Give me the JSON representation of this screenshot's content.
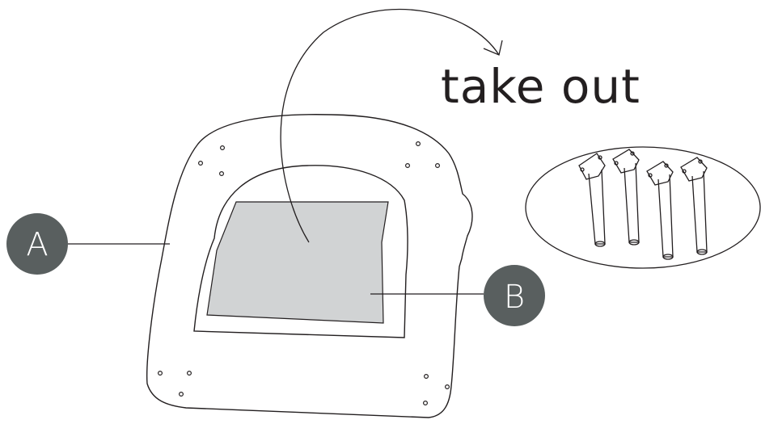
{
  "instruction": {
    "text": "take out"
  },
  "callouts": [
    {
      "label": "A",
      "target": "seat-frame"
    },
    {
      "label": "B",
      "target": "foam-pad"
    }
  ],
  "legs": {
    "count": 4
  },
  "colors": {
    "line": "#231f20",
    "callout_fill": "#595f5f",
    "callout_text": "#ffffff",
    "pad_fill": "#d1d3d4",
    "background": "#ffffff"
  }
}
